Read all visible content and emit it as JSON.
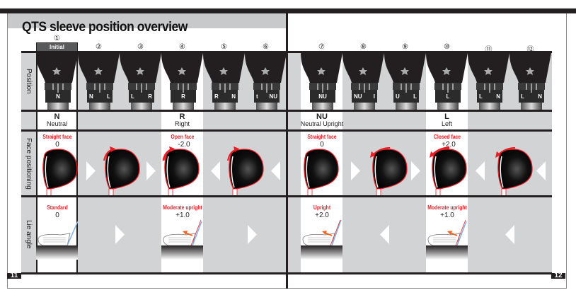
{
  "title": "QTS sleeve position overview",
  "row_labels": {
    "position": "Position",
    "face": "Face positioning",
    "lie": "Lie angle"
  },
  "initial_label": "Initial",
  "columns": [
    {
      "num": "①",
      "sleeve": [
        "",
        "N",
        ""
      ]
    },
    {
      "num": "②",
      "sleeve": [
        "N",
        "",
        "L"
      ]
    },
    {
      "num": "③",
      "sleeve": [
        "L",
        "",
        "R"
      ]
    },
    {
      "num": "④",
      "sleeve": [
        "",
        "R",
        ""
      ]
    },
    {
      "num": "⑤",
      "sleeve": [
        "R",
        "",
        "N"
      ]
    },
    {
      "num": "⑥",
      "sleeve": [
        "t",
        "",
        "NU"
      ]
    },
    {
      "num": "⑦",
      "sleeve": [
        "",
        "NU",
        ""
      ]
    },
    {
      "num": "⑧",
      "sleeve": [
        "NU",
        "",
        "I"
      ]
    },
    {
      "num": "⑨",
      "sleeve": [
        "U",
        "",
        "L"
      ]
    },
    {
      "num": "⑩",
      "sleeve": [
        "",
        "L",
        ""
      ]
    },
    {
      "num": "⑪",
      "sleeve": [
        "L",
        "",
        "N"
      ]
    },
    {
      "num": "⑫",
      "sleeve": [
        "L",
        "",
        "N"
      ]
    }
  ],
  "positions": [
    {
      "code": "N",
      "name": "Neutral"
    },
    {
      "code": "R",
      "name": "Right"
    },
    {
      "code": "NU",
      "name": "Neutral Upright"
    },
    {
      "code": "L",
      "name": "Left"
    }
  ],
  "face": [
    {
      "label": "Straight face",
      "value": "0"
    },
    {
      "label": "Open face",
      "value": "-2.0"
    },
    {
      "label": "Straight face",
      "value": "0"
    },
    {
      "label": "Closed face",
      "value": "+2.0"
    }
  ],
  "lie": [
    {
      "label": "Standard",
      "value": "0"
    },
    {
      "label": "Moderate upright",
      "value": "+1.0"
    },
    {
      "label": "Upright",
      "value": "+2.0"
    },
    {
      "label": "Moderate upright",
      "value": "+1.0"
    }
  ],
  "page_numbers": [
    "11",
    "12"
  ],
  "colors": {
    "accent": "#ed1c24",
    "gray": "#d1d3d4",
    "dark": "#231f20"
  }
}
